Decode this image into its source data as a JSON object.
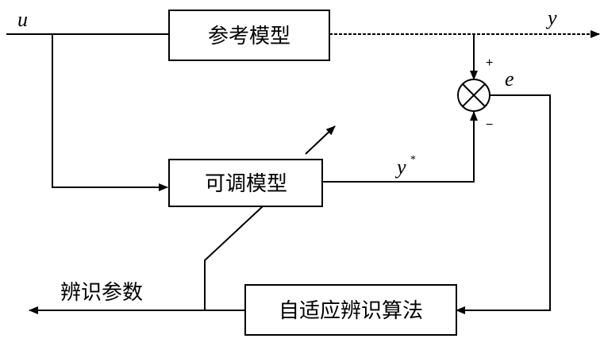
{
  "blocks": {
    "reference_model": "参考模型",
    "adjustable_model": "可调模型",
    "adaptive_algorithm": "自适应辨识算法"
  },
  "signals": {
    "input": "u",
    "output": "y",
    "model_output": "y",
    "model_output_superscript": "*",
    "error": "e",
    "identified_parameters": "辨识参数"
  },
  "summing_junction": {
    "plus_sign": "+",
    "minus_sign": "−"
  }
}
